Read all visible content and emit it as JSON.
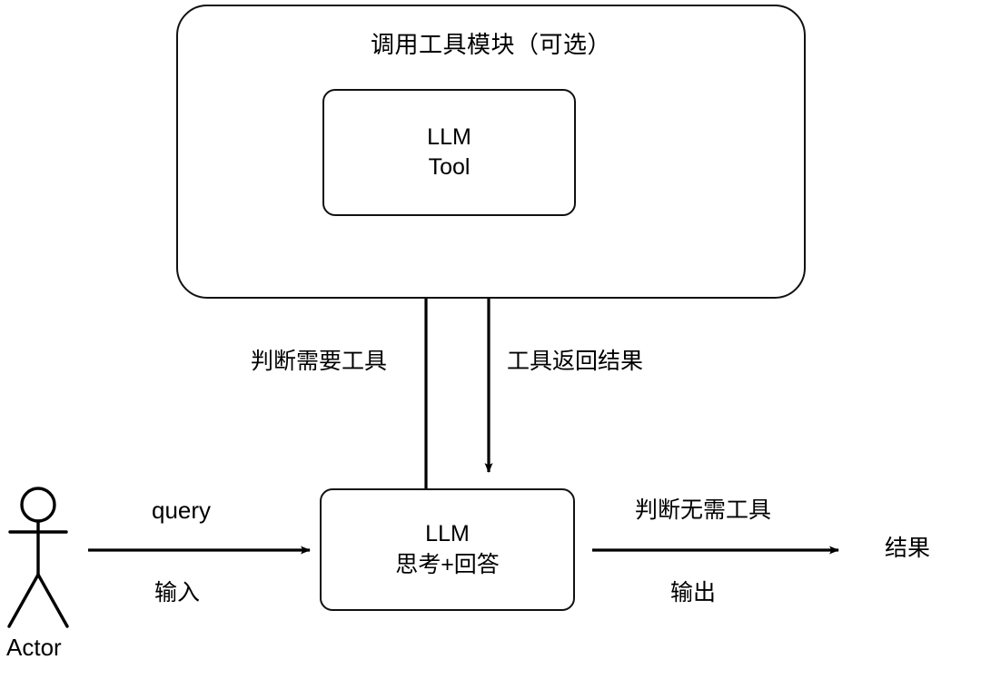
{
  "diagram": {
    "type": "flowchart",
    "background_color": "#ffffff",
    "stroke_color": "#111111",
    "text_color": "#000000",
    "nodes": {
      "tool_module": {
        "title": "调用工具模块（可选）",
        "shape": "rounded-rectangle"
      },
      "llm_tool": {
        "line1": "LLM",
        "line2": "Tool",
        "shape": "rounded-rectangle"
      },
      "llm_core": {
        "line1": "LLM",
        "line2": "思考+回答",
        "shape": "rounded-rectangle"
      },
      "actor": {
        "caption": "Actor",
        "shape": "stick-figure"
      },
      "result": {
        "label": "结果",
        "shape": "text"
      }
    },
    "edges": [
      {
        "id": "actor-to-llm",
        "from": "actor",
        "to": "llm_core",
        "direction": "right",
        "label_above": "query",
        "label_below": "输入"
      },
      {
        "id": "llm-to-tool",
        "from": "llm_core",
        "to": "tool_module",
        "direction": "up",
        "label": "判断需要工具"
      },
      {
        "id": "tool-to-llm",
        "from": "tool_module",
        "to": "llm_core",
        "direction": "down",
        "label": "工具返回结果"
      },
      {
        "id": "llm-to-result",
        "from": "llm_core",
        "to": "result",
        "direction": "right",
        "label_above": "判断无需工具",
        "label_below": "输出"
      }
    ]
  }
}
